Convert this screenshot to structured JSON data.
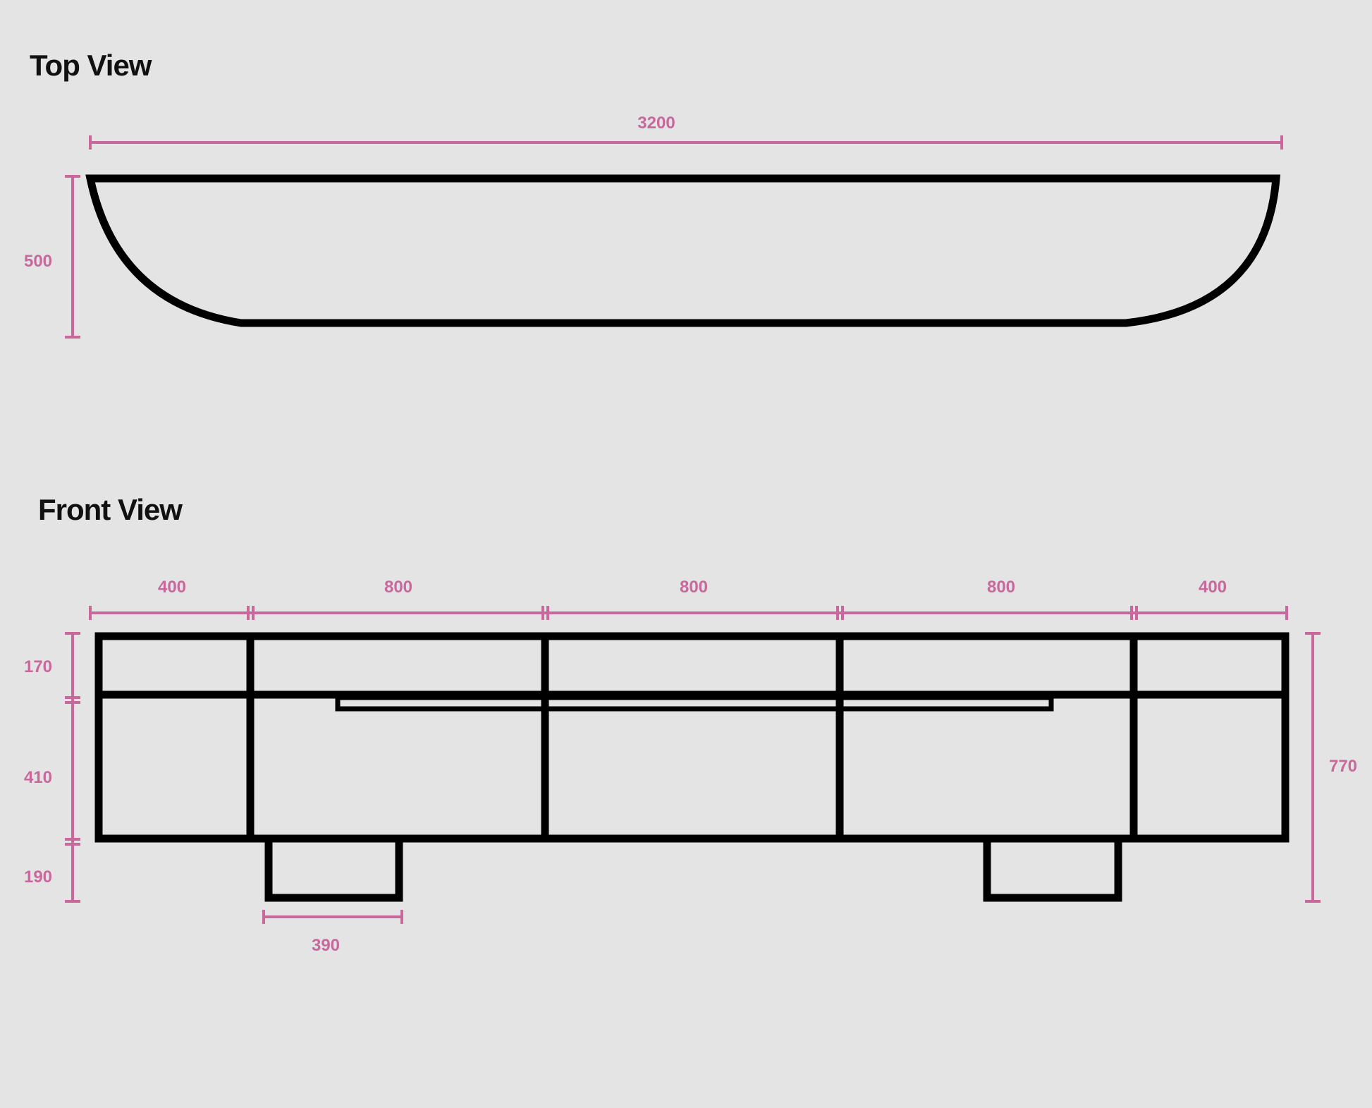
{
  "top_view": {
    "title": "Top View",
    "width_label": "3200",
    "depth_label": "500"
  },
  "front_view": {
    "title": "Front View",
    "segments": [
      {
        "label": "400"
      },
      {
        "label": "800"
      },
      {
        "label": "800"
      },
      {
        "label": "800"
      },
      {
        "label": "400"
      }
    ],
    "left_dims": [
      {
        "label": "170"
      },
      {
        "label": "410"
      },
      {
        "label": "190"
      }
    ],
    "total_height_label": "770",
    "foot_width_label": "390"
  },
  "colors": {
    "background": "#e5e4e4",
    "dimension": "#c8689c",
    "outline": "#000000"
  }
}
